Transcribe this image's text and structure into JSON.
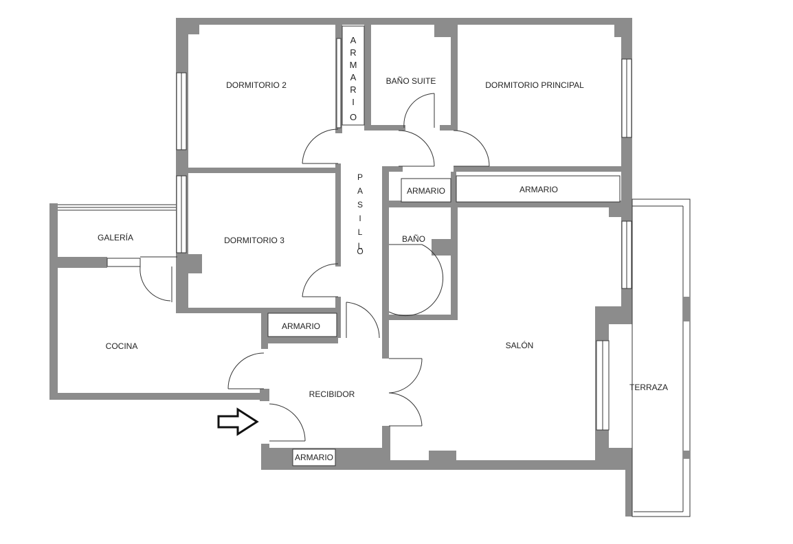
{
  "rooms": {
    "dormitorio_2": "DORMITORIO 2",
    "armario_vertical": [
      "A",
      "R",
      "M",
      "A",
      "R",
      "I",
      "O"
    ],
    "bano_suite": "BAÑO SUITE",
    "dormitorio_principal": "DORMITORIO PRINCIPAL",
    "pasillo_vertical": [
      "P",
      "A",
      "S",
      "I",
      "L",
      "L",
      "O"
    ],
    "armario_1": "ARMARIO",
    "armario_2": "ARMARIO",
    "galeria": "GALERÍA",
    "dormitorio_3": "DORMITORIO 3",
    "bano": "BAÑO",
    "armario_3": "ARMARIO",
    "cocina": "COCINA",
    "salon": "SALÓN",
    "recibidor": "RECIBIDOR",
    "terraza": "TERRAZA",
    "armario_4": "ARMARIO"
  }
}
